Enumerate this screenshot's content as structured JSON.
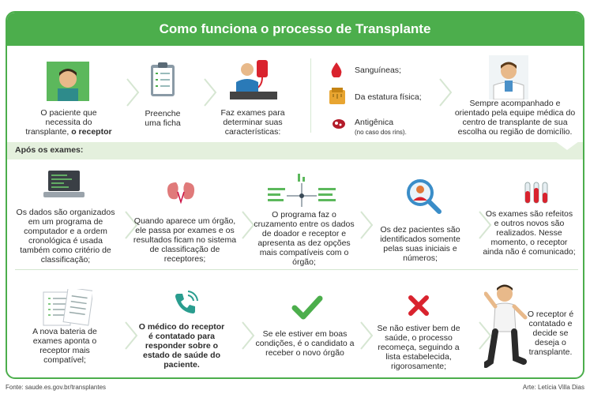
{
  "title": "Como funciona o processo de Transplante",
  "row1": {
    "step1_a": "O paciente que necessita do transplante,",
    "step1_b": "o receptor",
    "step2": "Preenche uma ficha",
    "step3": "Faz exames para determinar suas características:",
    "crit1": "Sanguíneas;",
    "crit2": "Da estatura física;",
    "crit3": "Antigênica",
    "crit3_note": "(no caso dos rins).",
    "step5": "Sempre acompanhado e orientado pela equipe médica do centro de transplante de sua escolha ou região de domicílio."
  },
  "section_label": "Após os exames:",
  "row2": {
    "a": "Os dados são organizados em um programa de computador e a ordem cronológica é usada também como critério de classificação;",
    "b": "Quando aparece um órgão, ele passa por exames e os resultados ficam no sistema de classificação de receptores;",
    "c": "O programa faz o cruzamento entre os dados de doador e receptor e apresenta as dez opções mais compatíveis com o órgão;",
    "d": "Os dez pacientes são identificados somente pelas suas iniciais e números;",
    "e": "Os exames são refeitos e outros novos são realizados. Nesse momento, o receptor ainda não é comunicado;"
  },
  "row3": {
    "a": "A nova bateria de exames aponta o receptor mais compatível;",
    "b": "O médico do receptor é contatado para responder sobre o estado de saúde do paciente.",
    "c": "Se ele estiver em boas condições, é o candidato a receber o novo órgão",
    "d": "Se não estiver bem de saúde, o processo recomeça, seguindo a lista estabelecida, rigorosamente;",
    "e": "O receptor é contatado e decide se deseja o transplante."
  },
  "footer": {
    "source": "Fonte: saude.es.gov.br/transplantes",
    "credit": "Arte: Letícia Villa Dias"
  },
  "colors": {
    "green": "#4cae4c",
    "band": "#e4f0dd",
    "red": "#d9232e"
  }
}
